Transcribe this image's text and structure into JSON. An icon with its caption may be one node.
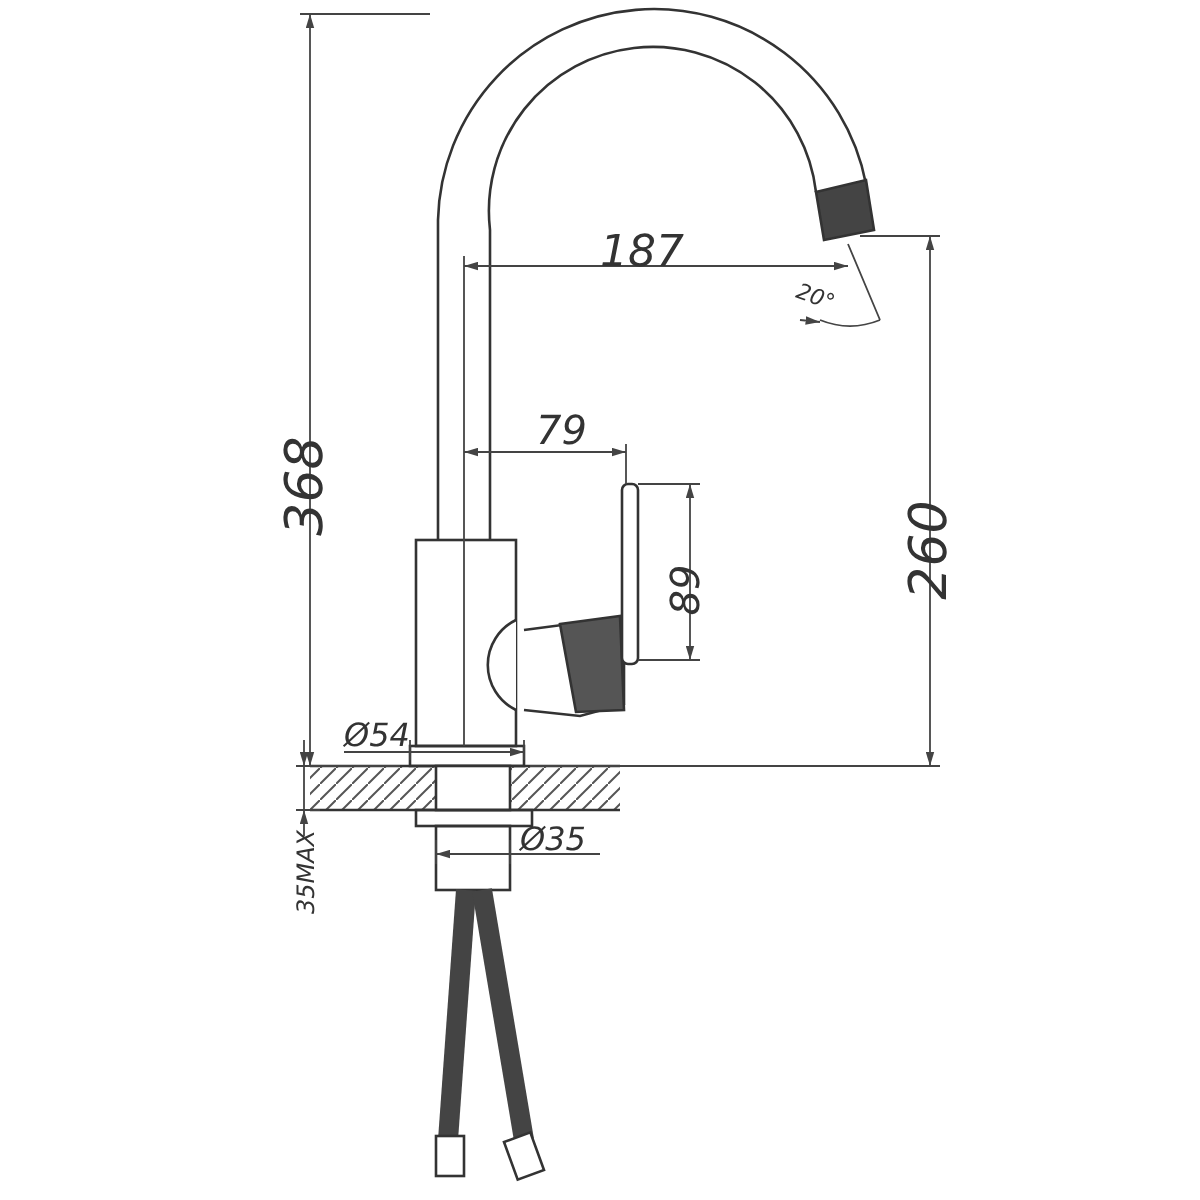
{
  "diagram": {
    "labels": [
      "187",
      "20°",
      "79",
      "368",
      "260",
      "89",
      "Ø54",
      "Ø35",
      "35MAX"
    ]
  }
}
